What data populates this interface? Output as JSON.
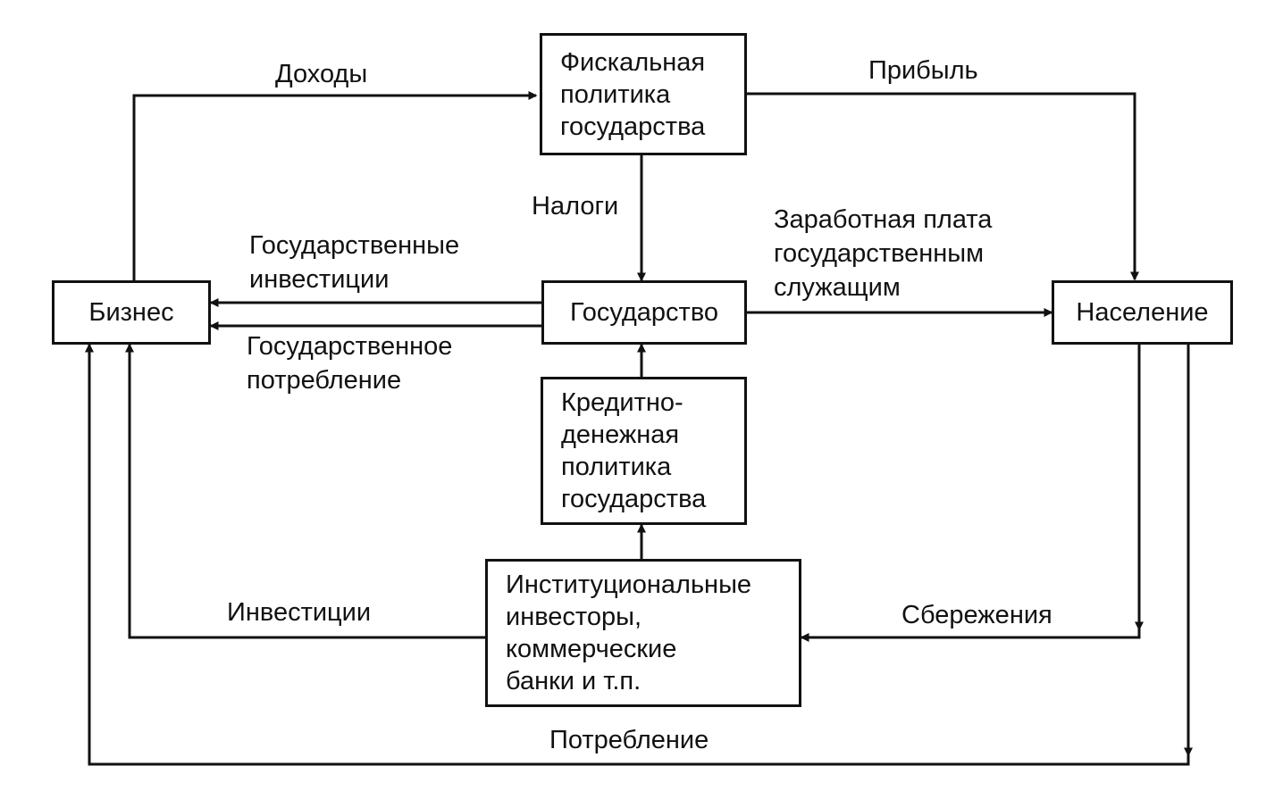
{
  "nodes": {
    "fiscal": "Фискальная\nполитика\nгосударства",
    "business": "Бизнес",
    "state": "Государство",
    "population": "Население",
    "monetary": "Кредитно-\nденежная\nполитика\nгосударства",
    "institutional": "Институциональные\nинвесторы,\nкоммерческие\nбанки и т.п."
  },
  "flows": {
    "income": "Доходы",
    "profit": "Прибыль",
    "taxes": "Налоги",
    "salaries": "Заработная плата\nгосударственным\nслужащим",
    "gov_investment": "Государственные\nинвестиции",
    "gov_consumption": "Государственное\nпотребление",
    "investment": "Инвестиции",
    "savings": "Сбережения",
    "consumption": "Потребление"
  }
}
